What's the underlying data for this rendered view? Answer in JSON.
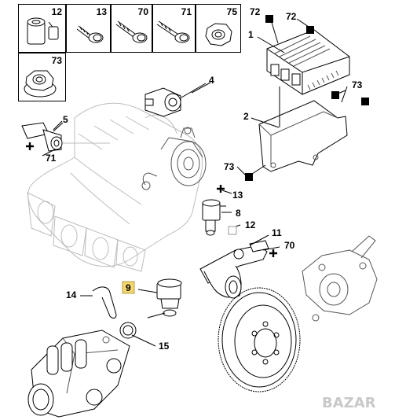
{
  "parts_boxes": [
    {
      "id": "12",
      "label": "12"
    },
    {
      "id": "13",
      "label": "13"
    },
    {
      "id": "70",
      "label": "70"
    },
    {
      "id": "71",
      "label": "71"
    },
    {
      "id": "75",
      "label": "75"
    },
    {
      "id": "73",
      "label": "73"
    }
  ],
  "callouts": {
    "c72a": "72",
    "c72b": "72",
    "c1": "1",
    "c73a": "73",
    "c2": "2",
    "c4": "4",
    "c5": "5",
    "c71": "71",
    "c73b": "73",
    "c13": "13",
    "c8": "8",
    "c12": "12",
    "c11": "11",
    "c70": "70",
    "c9": "9",
    "c14": "14",
    "c15": "15"
  },
  "highlight_color": "#f5d76e",
  "marker_color": "#000000",
  "watermark": "BAZAR"
}
